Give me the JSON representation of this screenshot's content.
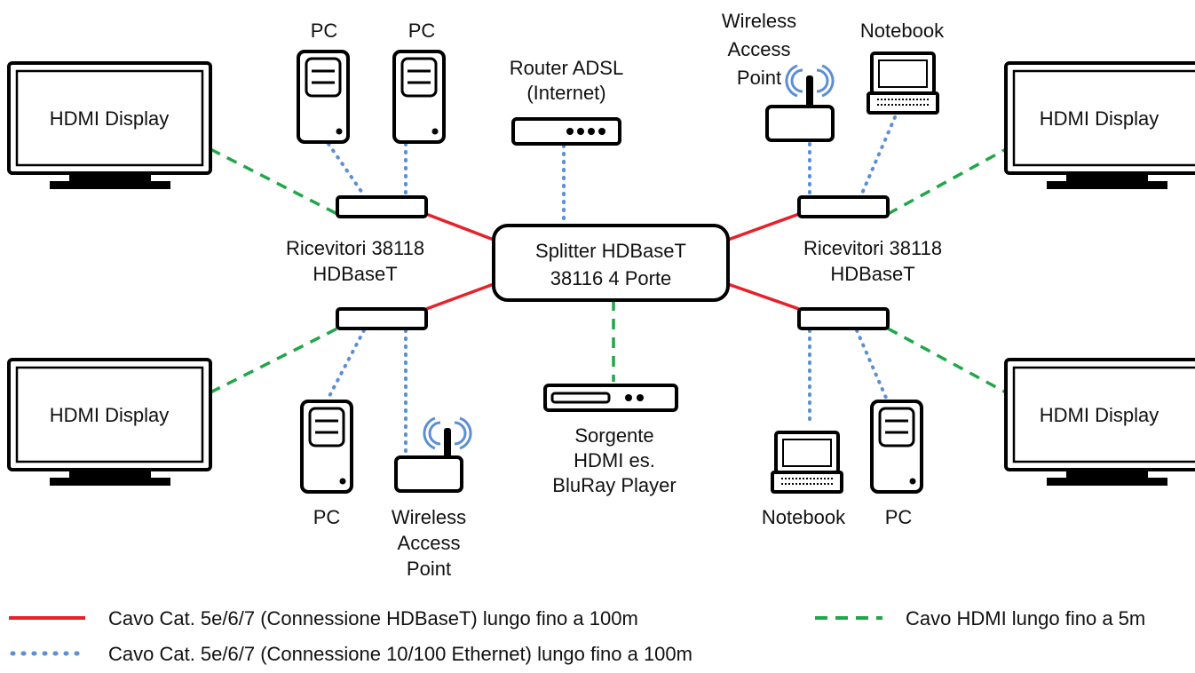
{
  "colors": {
    "hdbaset": "#e8202a",
    "hdmi": "#21a648",
    "ethernet": "#5b8fd4"
  },
  "labels": {
    "display": "HDMI Display",
    "pc": "PC",
    "notebook": "Notebook",
    "wap": [
      "Wireless",
      "Access",
      "Point"
    ],
    "router": [
      "Router ADSL",
      "(Internet)"
    ],
    "splitter": [
      "Splitter HDBaseT",
      "38116 4 Porte"
    ],
    "receivers": [
      "Ricevitori 38118",
      "HDBaseT"
    ],
    "source": [
      "Sorgente",
      "HDMI es.",
      "BluRay Player"
    ]
  },
  "legend": {
    "hdbaset": "Cavo Cat. 5e/6/7 (Connessione HDBaseT) lungo fino a 100m",
    "hdmi": "Cavo HDMI lungo fino a 5m",
    "ethernet": "Cavo Cat. 5e/6/7 (Connessione 10/100 Ethernet) lungo fino a 100m"
  },
  "icons": [
    "monitor-icon",
    "pc-tower-icon",
    "notebook-icon",
    "wireless-access-point-icon",
    "router-icon",
    "bluray-player-icon",
    "receiver-icon",
    "splitter-icon"
  ]
}
